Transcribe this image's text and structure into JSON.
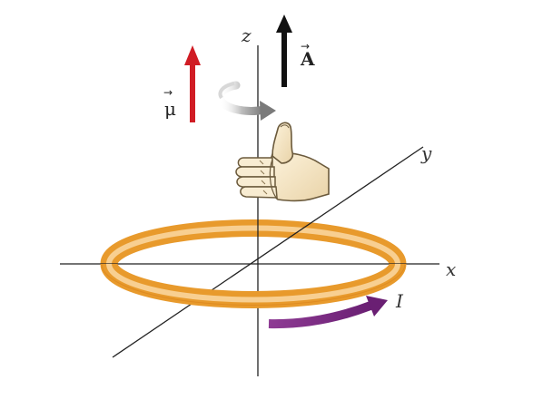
{
  "figure": {
    "axes": {
      "x_label": "x",
      "y_label": "y",
      "z_label": "z"
    },
    "vectors": {
      "area_label": "A",
      "moment_label": "μ",
      "vector_mark": "→"
    },
    "current": {
      "label": "I"
    },
    "colors": {
      "moment_arrow": "#d01c24",
      "area_arrow": "#111111",
      "current_arrow": "#7b2782",
      "loop": "#f2a93b",
      "loop_highlight": "#f9d59c",
      "rotation_arrow": "#8a8a8a",
      "axes": "#222222"
    },
    "icons": {
      "hand": "right-hand-thumbs-up-icon",
      "rotation": "curl-rotation-arrow-icon"
    }
  }
}
